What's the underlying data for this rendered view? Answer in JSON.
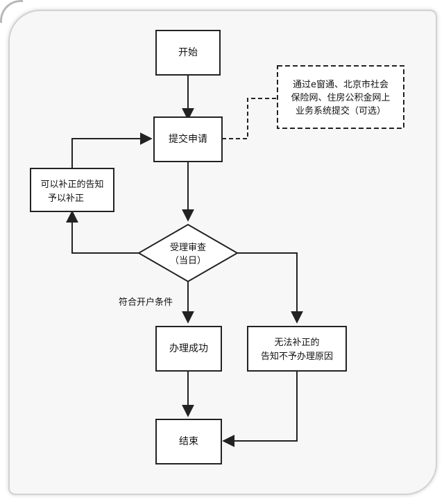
{
  "nodes": {
    "start": "开始",
    "submit": "提交申请",
    "online_note_line1": "通过e窗通、北京市社会",
    "online_note_line2": "保险网、住房公积金网上",
    "online_note_line3": "业务系统提交（可选）",
    "correction_line1": "可以补正的告知",
    "correction_line2": "予以补正",
    "review_line1": "受理审查",
    "review_line2": "（当日）",
    "condition_label": "符合开户条件",
    "success": "办理成功",
    "reject_line1": "无法补正的",
    "reject_line2": "告知不予办理原因",
    "end": "结束"
  },
  "colors": {
    "stroke": "#222222",
    "node_fill": "#ffffff",
    "card_bg": "#f7f7f7"
  }
}
